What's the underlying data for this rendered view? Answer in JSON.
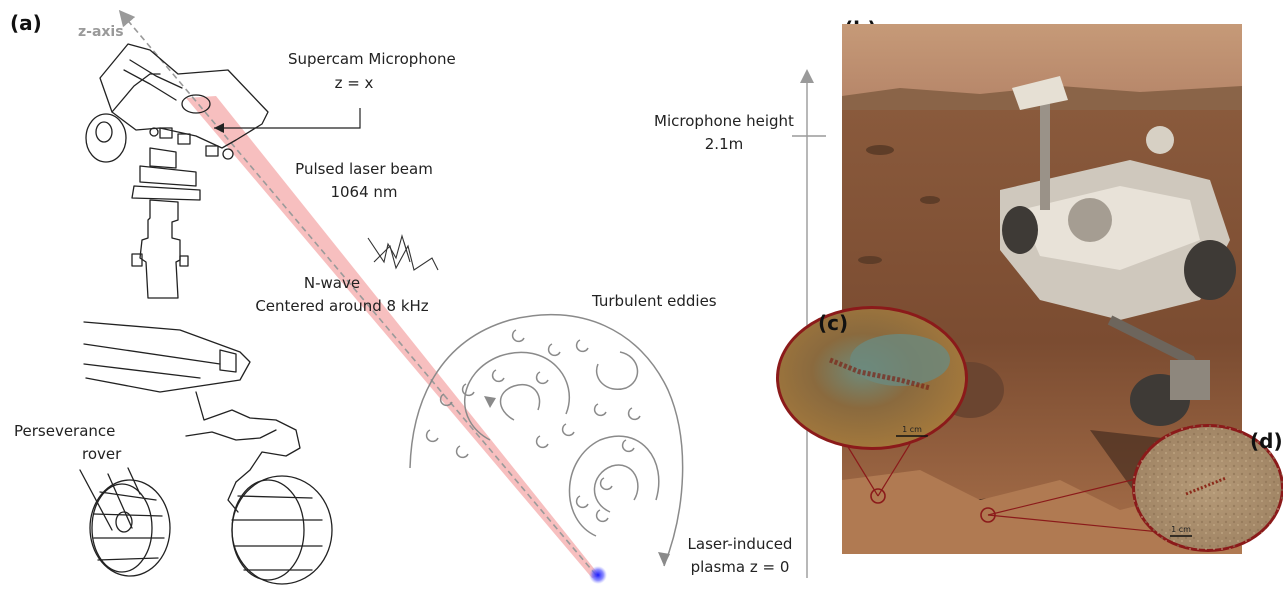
{
  "panels": {
    "a": "(a)",
    "b": "(b)",
    "c": "(c)",
    "d": "(d)"
  },
  "labels": {
    "z_axis": "z-axis",
    "supercam_title": "Supercam Microphone",
    "supercam_z": "z = x",
    "laser_title": "Pulsed laser beam",
    "laser_wavelength": "1064 nm",
    "nwave_title": "N-wave",
    "nwave_freq": "Centered around 8 kHz",
    "turbulent": "Turbulent eddies",
    "rover_line1": "Perseverance",
    "rover_line2": "rover",
    "plasma_line1": "Laser-induced",
    "plasma_line2": "plasma z = 0",
    "mic_height_title": "Microphone height",
    "mic_height_value": "2.1m",
    "scale_c": "1 cm",
    "scale_d": "1 cm"
  },
  "colors": {
    "laser": "#f4a9a9",
    "axis": "#9a9a9a",
    "eddy": "#8a8a8a",
    "plasma": "#3b3bff",
    "inset_border": "#8b1a1a",
    "mars_sky": "#c9a17e",
    "mars_ground": "#8a5a3c"
  },
  "icons": {
    "rover": "rover-line-drawing",
    "plasma": "plasma-glow-icon",
    "nwave": "nwave-waveform-icon"
  }
}
